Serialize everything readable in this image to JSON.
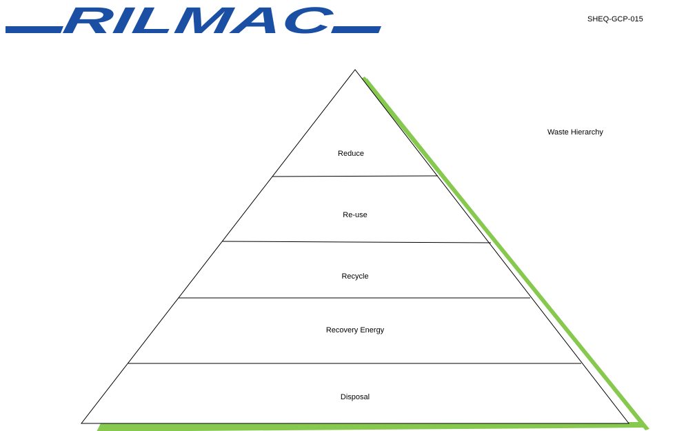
{
  "header": {
    "logo_text": "RILMAC",
    "document_code": "SHEQ-GCP-015"
  },
  "diagram": {
    "title": "Waste Hierarchy",
    "tiers": [
      {
        "label": "Reduce"
      },
      {
        "label": "Re-use"
      },
      {
        "label": "Recycle"
      },
      {
        "label": "Recovery Energy"
      },
      {
        "label": "Disposal"
      }
    ]
  },
  "colors": {
    "brand_blue": "#1a4fa3",
    "accent_green": "#86c94e",
    "outline": "#000000"
  }
}
